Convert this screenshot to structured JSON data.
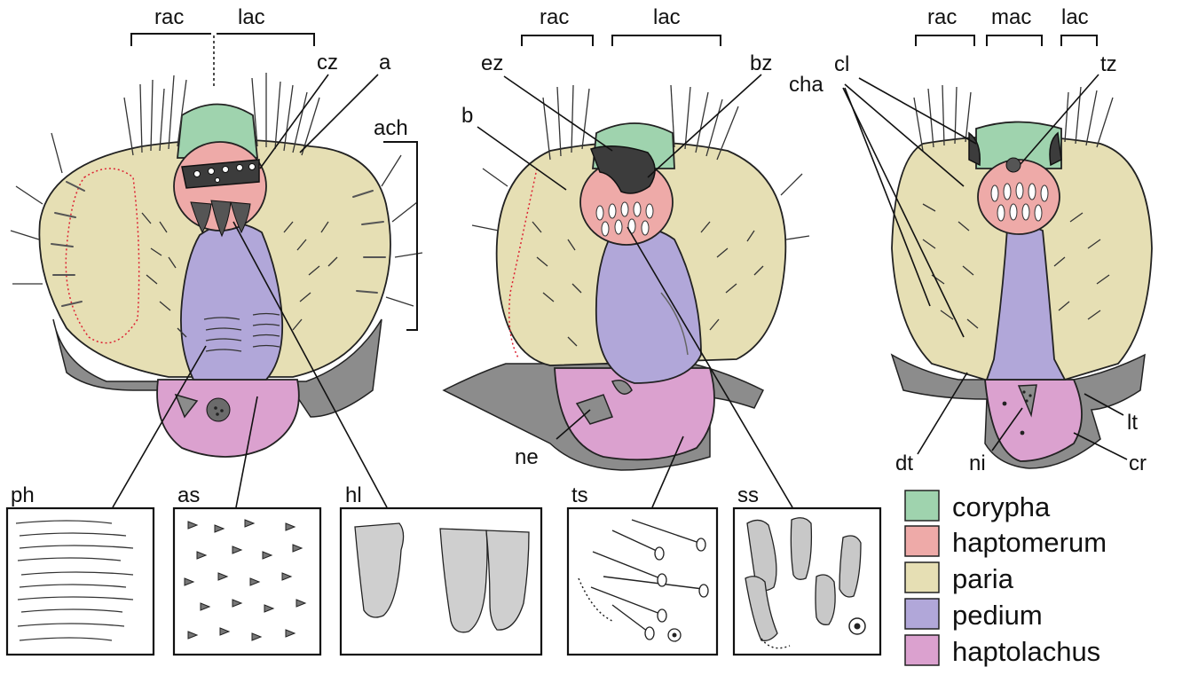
{
  "labels": {
    "rac": "rac",
    "lac": "lac",
    "mac": "mac",
    "ach": "ach",
    "cz": "cz",
    "a": "a",
    "ez": "ez",
    "bz": "bz",
    "b": "b",
    "cl": "cl",
    "tz": "tz",
    "cha": "cha",
    "ne": "ne",
    "dt": "dt",
    "ni": "ni",
    "lt": "lt",
    "cr": "cr"
  },
  "insets": [
    {
      "id": "ph",
      "label": "ph"
    },
    {
      "id": "as",
      "label": "as"
    },
    {
      "id": "hl",
      "label": "hl"
    },
    {
      "id": "ts",
      "label": "ts"
    },
    {
      "id": "ss",
      "label": "ss"
    }
  ],
  "legend": [
    {
      "label": "corypha",
      "color": "#9fd3ae"
    },
    {
      "label": "haptomerum",
      "color": "#eeaaa8"
    },
    {
      "label": "paria",
      "color": "#e6dfb4"
    },
    {
      "label": "pedium",
      "color": "#b1a7d9"
    },
    {
      "label": "haptolachus",
      "color": "#dba1cf"
    }
  ],
  "colors": {
    "corypha": "#9fd3ae",
    "haptomerum": "#eeaaa8",
    "paria": "#e6dfb4",
    "pedium": "#b1a7d9",
    "haptolachus": "#dba1cf",
    "sclerite": "#8c8c8c"
  }
}
